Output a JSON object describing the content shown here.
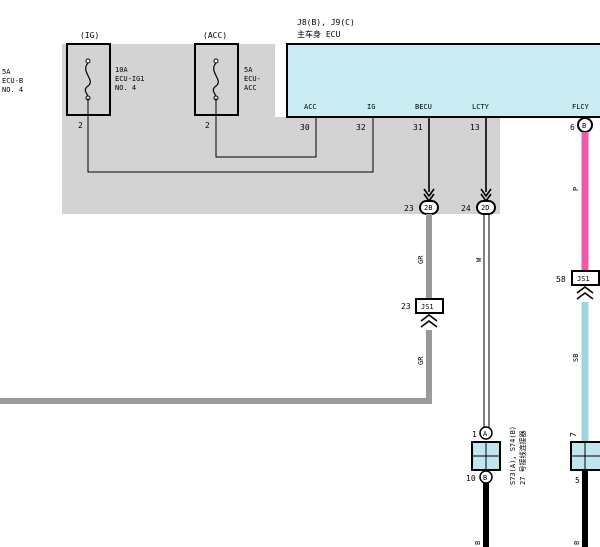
{
  "left_label": {
    "line1": "5A",
    "line2": "ECU-B",
    "line3": "NO. 4"
  },
  "fuse_ig": {
    "group_label": "(IG)",
    "line1": "10A",
    "line2": "ECU-IG1",
    "line3": "NO. 4",
    "pin": "2"
  },
  "fuse_acc": {
    "group_label": "(ACC)",
    "line1": "5A",
    "line2": "ECU-",
    "line3": "ACC",
    "pin": "2"
  },
  "ecu": {
    "connector_ref": "J8(B), J9(C)",
    "name": "主车身 ECU",
    "pins": [
      {
        "label": "ACC",
        "number": "30"
      },
      {
        "label": "IG",
        "number": "32"
      },
      {
        "label": "BECU",
        "number": "31"
      },
      {
        "label": "LCTY",
        "number": "13"
      },
      {
        "label": "FLCY",
        "number": "6",
        "circle": "B"
      }
    ]
  },
  "connectors": {
    "c2b": {
      "number": "23",
      "code": "2B"
    },
    "c2d": {
      "number": "24",
      "code": "2D"
    },
    "js1_left": {
      "number": "23",
      "code": "JS1"
    },
    "js1_right": {
      "number": "58",
      "code": "JS1"
    },
    "s73": {
      "pin_top": "1",
      "circle_top": "A",
      "pin_bottom": "10",
      "circle_bottom": "B"
    },
    "right_lower": {
      "pin_top": "7",
      "pin_bottom": "5"
    }
  },
  "s73_label": {
    "line1": "S73(A), S74(B)",
    "line2": "27 号接线连接器"
  },
  "wires": {
    "gr_upper": "GR",
    "gr_lower": "GR",
    "w": "W",
    "p": "P",
    "sb": "SB",
    "b_left": "B",
    "b_right": "B"
  },
  "colors": {
    "background_panel": "#d3d3d3",
    "ecu_fill": "#c9edf3",
    "wire_gr": "#9a9a9a",
    "wire_p": "#ee5aa9",
    "wire_sb": "#9fd6e2",
    "wire_b": "#000000",
    "connector_fill": "#bfe6ee"
  }
}
